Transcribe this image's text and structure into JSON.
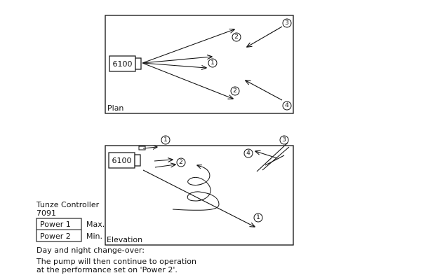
{
  "plan": {
    "label": "Plan",
    "pump_label": "6100",
    "markers": [
      "1",
      "2",
      "2",
      "3",
      "4"
    ]
  },
  "elevation": {
    "label": "Elevation",
    "pump_label": "6100",
    "markers": [
      "1",
      "2",
      "3",
      "4",
      "1"
    ]
  },
  "controller": {
    "title_line1": "Tunze Controller",
    "title_line2": "7091",
    "power1": "Power 1",
    "power2": "Power 2",
    "max": "Max.",
    "min": "Min."
  },
  "notes": {
    "line1": "Day and night change-over:",
    "line2": "The pump will then continue to operation",
    "line3": "at the performance set on 'Power 2'."
  }
}
